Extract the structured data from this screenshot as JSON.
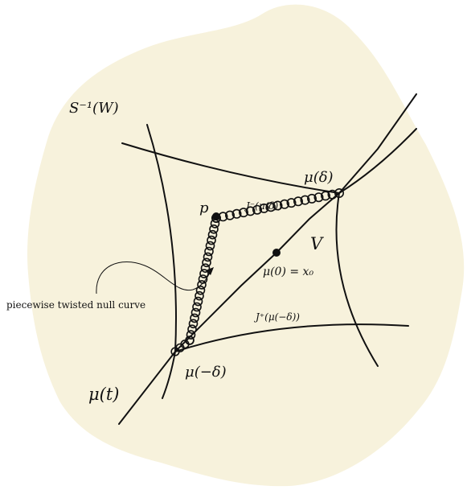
{
  "colors": {
    "background_blob": "#f7f2dc",
    "ink": "#111111"
  },
  "labels": {
    "region": "S⁻¹(W)",
    "mu_delta": "μ(δ)",
    "p": "p",
    "j_minus": "J⁻(μ(δ))",
    "v": "V",
    "mu_zero": "μ(0) = x₀",
    "annotation": "piecewise twisted null curve",
    "j_plus": "J⁺(μ(−δ))",
    "mu_minus_delta": "μ(−δ)",
    "mu_t": "μ(t)"
  }
}
